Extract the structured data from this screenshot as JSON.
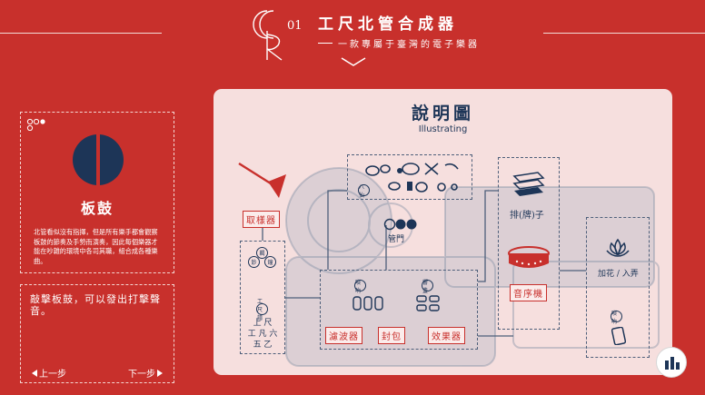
{
  "header": {
    "title": "工尺北管合成器",
    "subtitle": "一款專屬于臺灣的電子樂器",
    "logo_number": "01"
  },
  "instrument": {
    "name": "板鼓",
    "description": "北管看似沒有指揮，但是所有樂手都會觀察板鼓的節奏及手勢而演奏，因此每個樂器才能在吵雜的環境中各司其職，組合成各種樂曲。"
  },
  "action": {
    "text": "敲擊板鼓，可以發出打擊聲音。",
    "prev_label": "上一步",
    "next_label": "下一步"
  },
  "diagram": {
    "title": "說明圖",
    "subtitle": "Illustrating",
    "sampler_label": "取樣器",
    "pipe_label": "管門",
    "filter_label": "濾波器",
    "envelope_label": "封包",
    "effects_label": "效果器",
    "paizi_label": "排(牌)子",
    "sequencer_label": "音序機",
    "ornament_label": "加花 / 入弄",
    "circle_labels": {
      "top_left": "八仙",
      "sample_1": "鞨",
      "sample_2": "鈔",
      "sample_3": "鐘",
      "scale": "工尺譜",
      "filter": "嗩吶",
      "envelope": "響盞",
      "ornament": "嗩吶"
    },
    "notes": [
      "上  尺",
      "工 凡 六",
      "五 乙"
    ]
  },
  "colors": {
    "background": "#c8302c",
    "card": "#f6dfde",
    "navy": "#1d3557",
    "accent_red": "#c8302c"
  }
}
